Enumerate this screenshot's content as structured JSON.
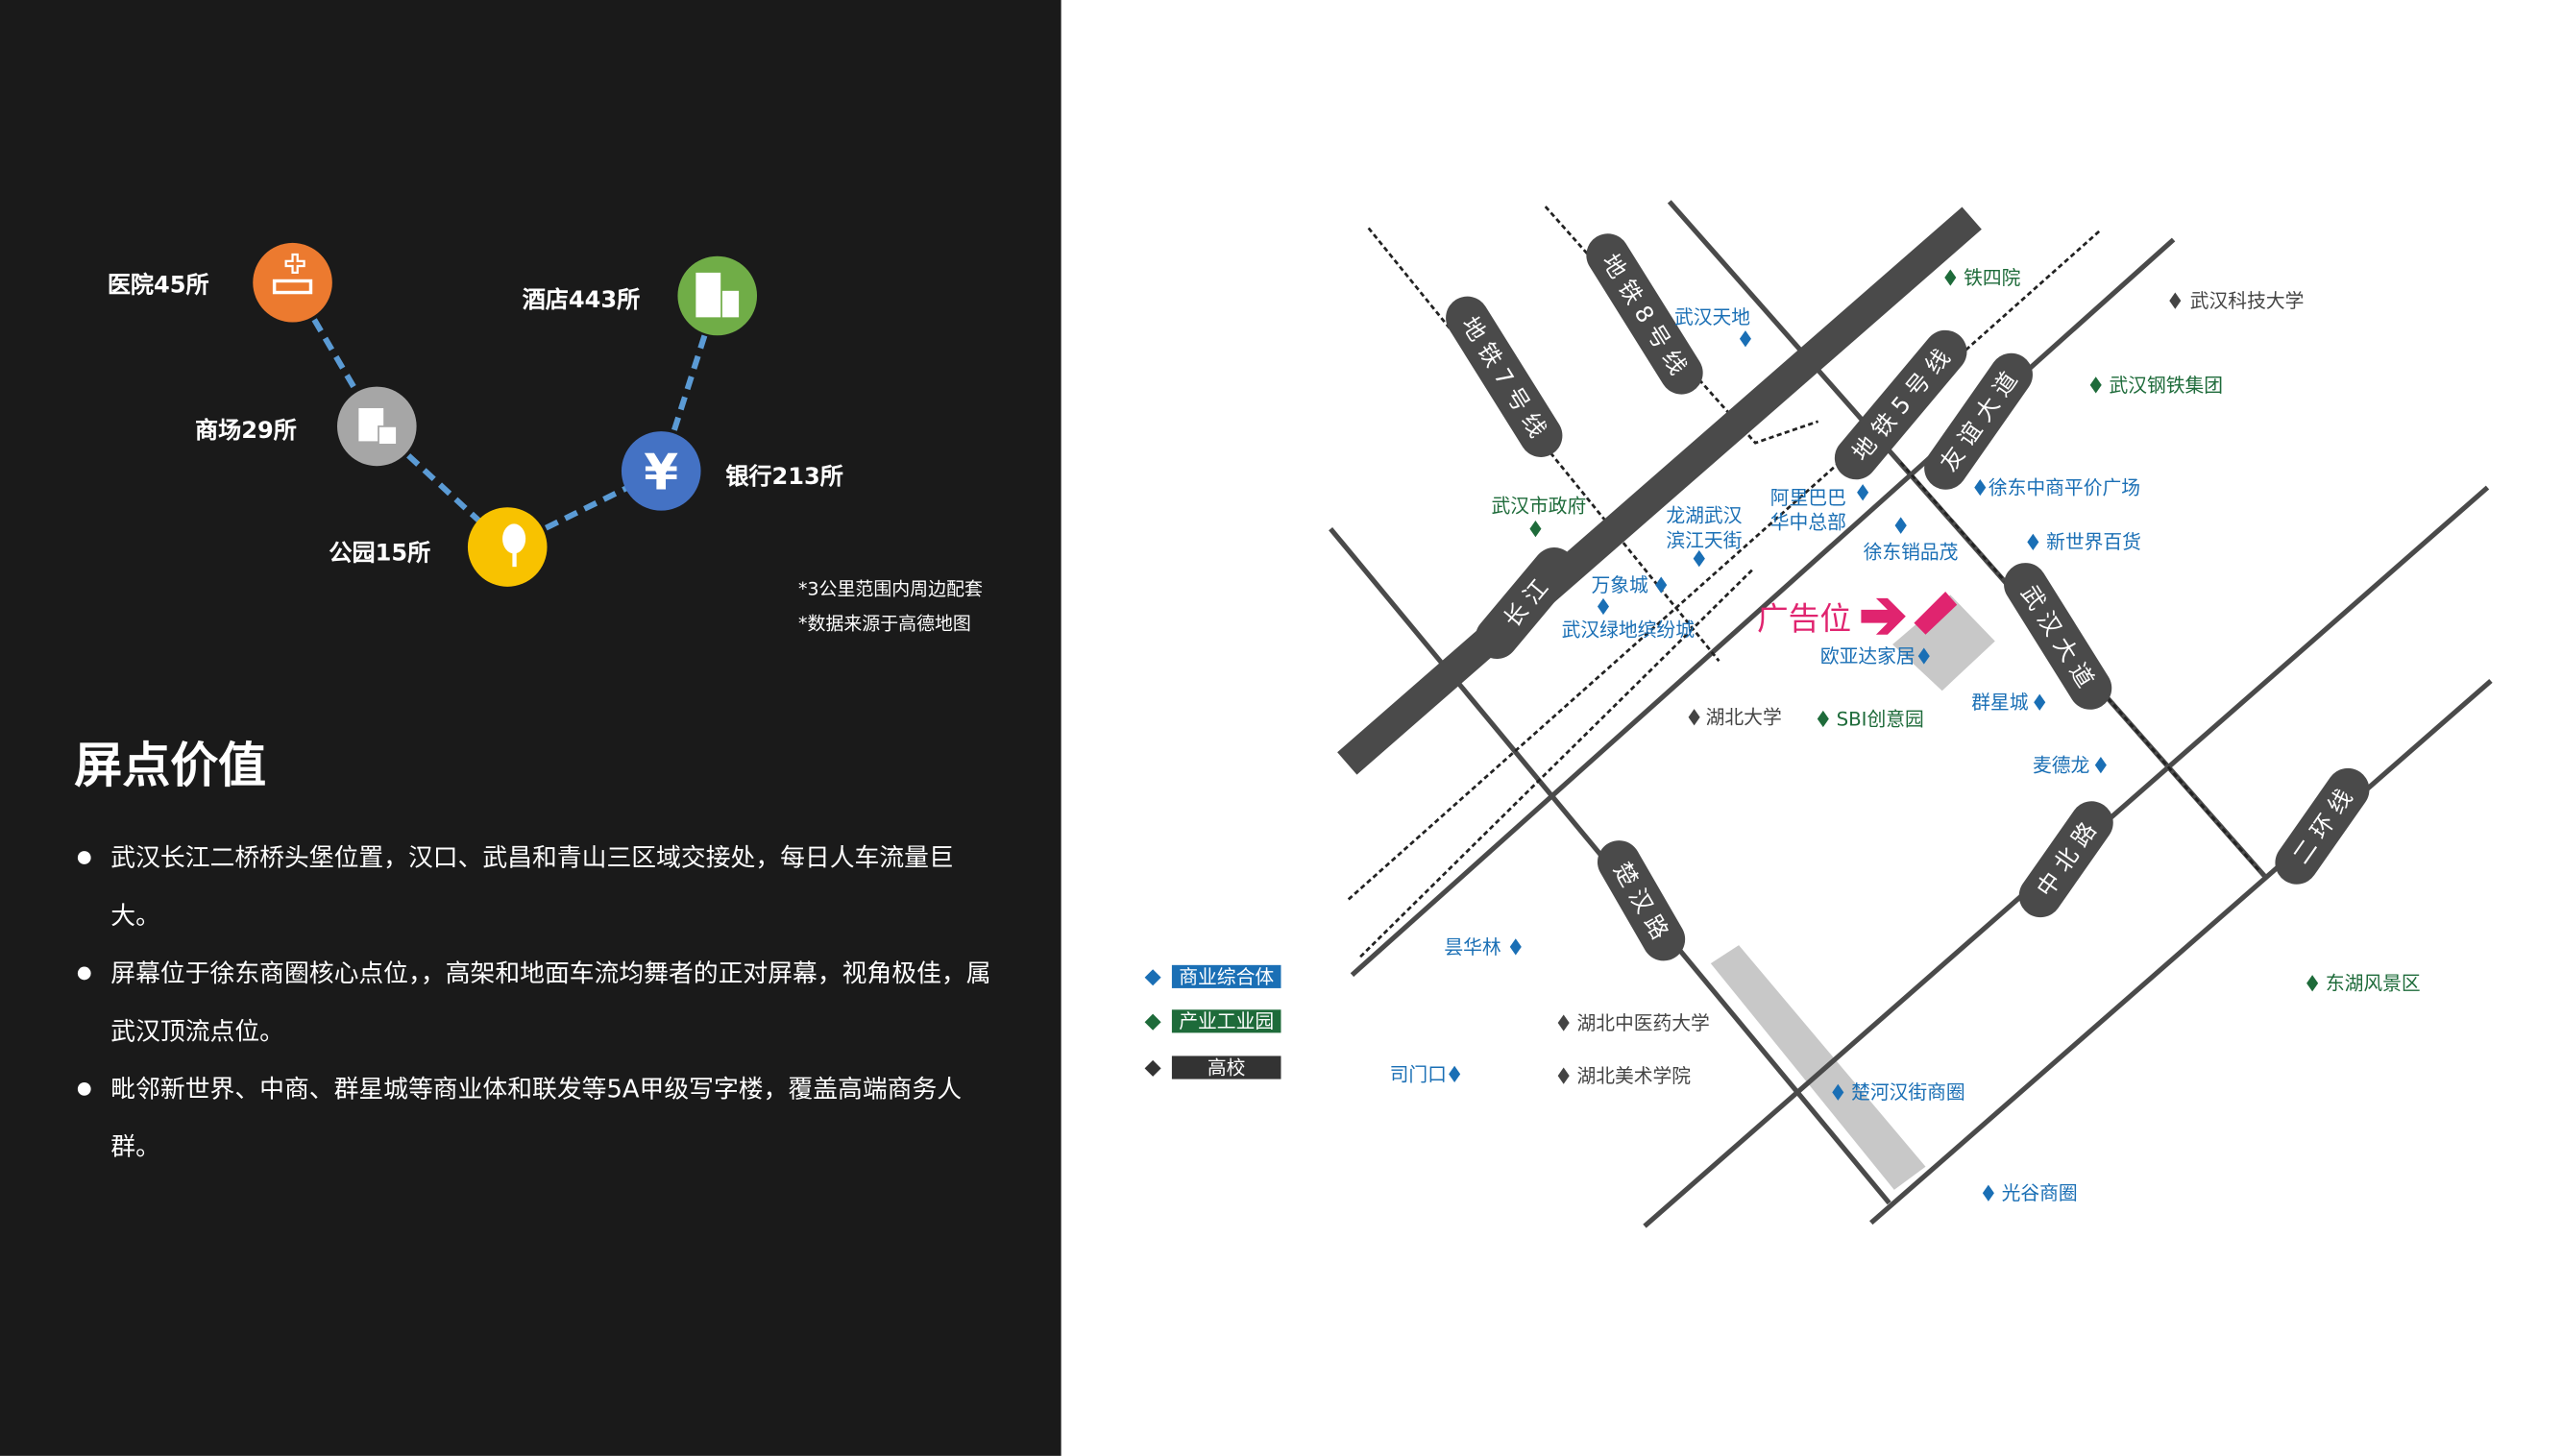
{
  "amenities": [
    {
      "label": "医院45所",
      "icon": "hospital-bed-icon",
      "color": "#ec7a2f"
    },
    {
      "label": "商场29所",
      "icon": "shopping-bag-icon",
      "color": "#a6a6a6"
    },
    {
      "label": "公园15所",
      "icon": "tree-icon",
      "color": "#f8c200"
    },
    {
      "label": "银行213所",
      "icon": "yen-icon",
      "color": "#4472c4"
    },
    {
      "label": "酒店443所",
      "icon": "building-icon",
      "color": "#70ad47"
    }
  ],
  "yen_symbol": "¥",
  "notes": [
    "*3公里范围内周边配套",
    "*数据来源于高德地图"
  ],
  "section_title": "屏点价值",
  "bullets": [
    "武汉长江二桥桥头堡位置，汉口、武昌和青山三区域交接处，每日人车流量巨大。",
    "屏幕位于徐东商圈核心点位，，高架和地面车流均舞者的正对屏幕，视角极佳，属武汉顶流点位。",
    "毗邻新世界、中商、群星城等商业体和联发等5A甲级写字楼，覆盖高端商务人群。"
  ],
  "map": {
    "roads": [
      "地 铁 7 号 线",
      "地 铁 8 号 线",
      "地 铁 5 号 线",
      "友 谊 大 道",
      "长 江",
      "武 汉 大 道",
      "楚 汉 路",
      "中 北 路",
      "二 环 线"
    ],
    "ad_label": "广告位",
    "colors": {
      "commercial": "#1a6fb5",
      "industrial": "#1e6b3a",
      "school": "#444444",
      "accent": "#e0246f"
    },
    "pois": [
      {
        "name": "铁四院",
        "type": "industrial"
      },
      {
        "name": "武汉科技大学",
        "type": "school"
      },
      {
        "name": "武汉天地",
        "type": "commercial"
      },
      {
        "name": "武汉钢铁集团",
        "type": "industrial"
      },
      {
        "name": "徐东中商平价广场",
        "type": "commercial"
      },
      {
        "name": "武汉市政府",
        "type": "industrial"
      },
      {
        "name": "龙湖武汉",
        "type": "commercial"
      },
      {
        "name": "滨江天街",
        "type": "commercial"
      },
      {
        "name": "阿里巴巴",
        "type": "commercial"
      },
      {
        "name": "华中总部",
        "type": "commercial"
      },
      {
        "name": "徐东销品茂",
        "type": "commercial"
      },
      {
        "name": "新世界百货",
        "type": "commercial"
      },
      {
        "name": "万象城",
        "type": "commercial"
      },
      {
        "name": "武汉绿地缤纷城",
        "type": "commercial"
      },
      {
        "name": "欧亚达家居",
        "type": "commercial"
      },
      {
        "name": "群星城",
        "type": "commercial"
      },
      {
        "name": "湖北大学",
        "type": "school"
      },
      {
        "name": "SBI创意园",
        "type": "industrial"
      },
      {
        "name": "麦德龙",
        "type": "commercial"
      },
      {
        "name": "昙华林",
        "type": "commercial"
      },
      {
        "name": "湖北中医药大学",
        "type": "school"
      },
      {
        "name": "司门口",
        "type": "commercial"
      },
      {
        "name": "湖北美术学院",
        "type": "school"
      },
      {
        "name": "楚河汉街商圈",
        "type": "commercial"
      },
      {
        "name": "东湖风景区",
        "type": "industrial"
      },
      {
        "name": "光谷商圈",
        "type": "commercial"
      }
    ],
    "legend": [
      {
        "label": "商业综合体",
        "color": "#1a6fb5"
      },
      {
        "label": "产业工业园",
        "color": "#1e6b3a"
      },
      {
        "label": "高校",
        "color": "#333333"
      }
    ]
  }
}
